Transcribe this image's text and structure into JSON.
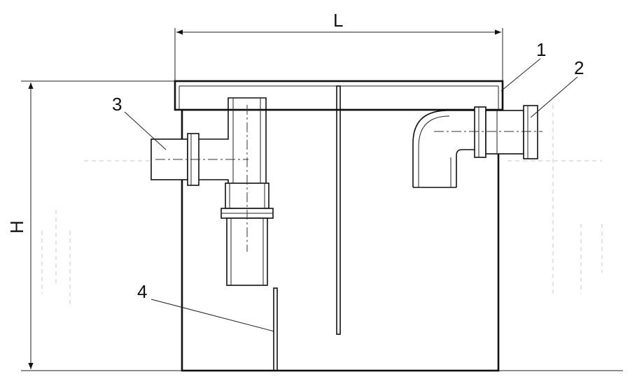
{
  "dimensions": {
    "length_label": "L",
    "height_label": "H"
  },
  "callouts": [
    {
      "id": "1",
      "label": "1"
    },
    {
      "id": "2",
      "label": "2"
    },
    {
      "id": "3",
      "label": "3"
    },
    {
      "id": "4",
      "label": "4"
    }
  ]
}
